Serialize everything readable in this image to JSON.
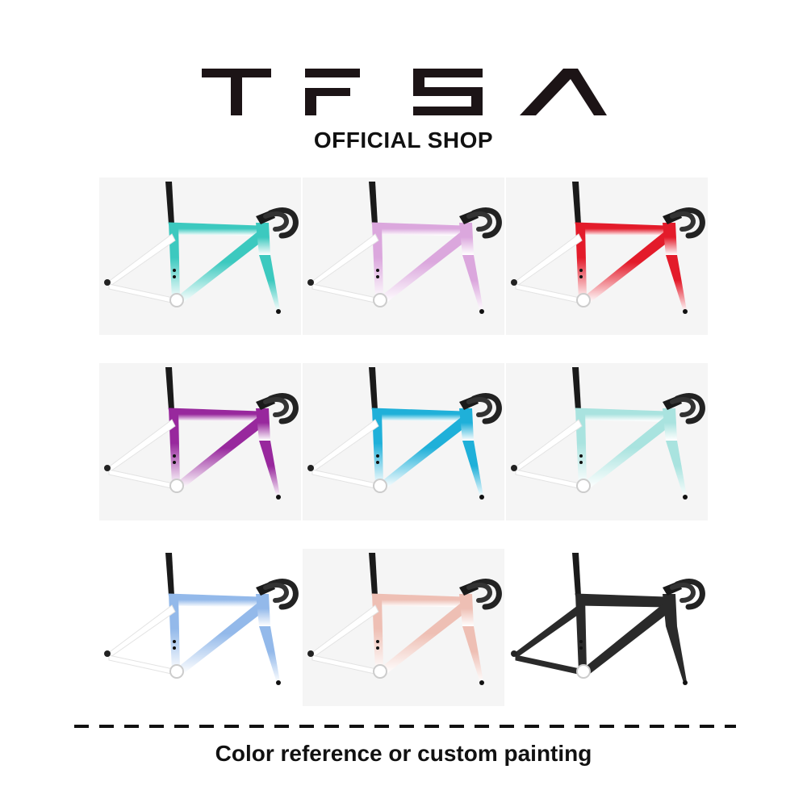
{
  "brand": {
    "logo_text": "TFSA",
    "subtitle": "OFFICIAL SHOP"
  },
  "frames": [
    {
      "icon": "bike-frame-icon",
      "color": "#3cc9bf",
      "background": true
    },
    {
      "icon": "bike-frame-icon",
      "color": "#dba7dd",
      "background": true
    },
    {
      "icon": "bike-frame-icon",
      "color": "#e31b2a",
      "background": true
    },
    {
      "icon": "bike-frame-icon",
      "color": "#98289d",
      "background": true
    },
    {
      "icon": "bike-frame-icon",
      "color": "#1fb0d9",
      "background": true
    },
    {
      "icon": "bike-frame-icon",
      "color": "#a9e3df",
      "background": true
    },
    {
      "icon": "bike-frame-icon",
      "color": "#93b9ea",
      "background": false
    },
    {
      "icon": "bike-frame-icon",
      "color": "#eebfb4",
      "background": true
    },
    {
      "icon": "bike-frame-icon",
      "color": "#2a2a2a",
      "background": false
    }
  ],
  "footer": {
    "caption": "Color reference or custom painting"
  }
}
